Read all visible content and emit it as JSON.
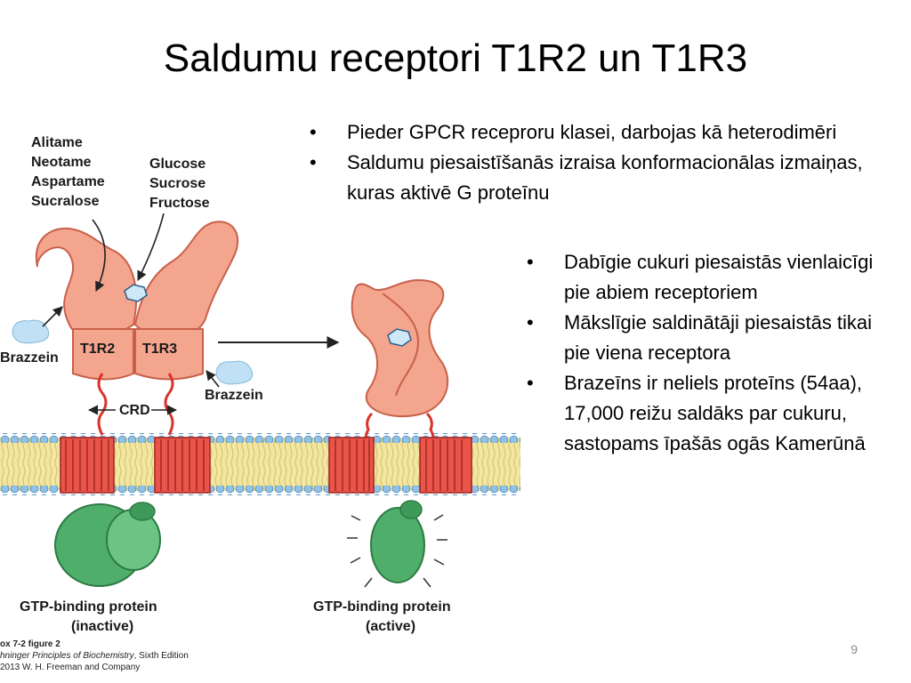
{
  "slide": {
    "title": "Saldumu receptori T1R2 un T1R3",
    "page_number": "9"
  },
  "bullets_top": [
    "Pieder GPCR receproru klasei, darbojas kā heterodimēri",
    "Saldumu piesaistīšanās izraisa konformacionālas izmaiņas, kuras aktivē G proteīnu"
  ],
  "bullets_right": [
    "Dabīgie cukuri piesaistās vienlaicīgi pie abiem receptoriem",
    "Mākslīgie saldinātāji piesaistās tikai pie viena receptora",
    "Brazeīns ir neliels proteīns (54aa), 17,000 reižu saldāks par cukuru, sastopams īpašās ogās Kamerūnā"
  ],
  "diagram": {
    "sweeteners": [
      "Alitame",
      "Neotame",
      "Aspartame",
      "Sucralose"
    ],
    "sugars": [
      "Glucose",
      "Sucrose",
      "Fructose"
    ],
    "brazzein_left": "Brazzein",
    "brazzein_right": "Brazzein",
    "receptor_a": "T1R2",
    "receptor_b": "T1R3",
    "crd": "CRD",
    "gtp_inactive_line1": "GTP-binding protein",
    "gtp_inactive_line2": "(inactive)",
    "gtp_active_line1": "GTP-binding protein",
    "gtp_active_line2": "(active)"
  },
  "caption": {
    "line1": "ox 7-2 figure 2",
    "line2_italic": "hninger Principles of Biochemistry",
    "line2_rest": ", Sixth Edition",
    "line3": "2013 W. H. Freeman and Company"
  },
  "colors": {
    "receptor": "#f4a58e",
    "receptor_stroke": "#c8604a",
    "membrane_head": "#8fc2e8",
    "membrane_tail": "#f2e6a0",
    "helix": "#d9342b",
    "g_protein": "#4fae6a",
    "brazzein": "#bfe0f5"
  }
}
